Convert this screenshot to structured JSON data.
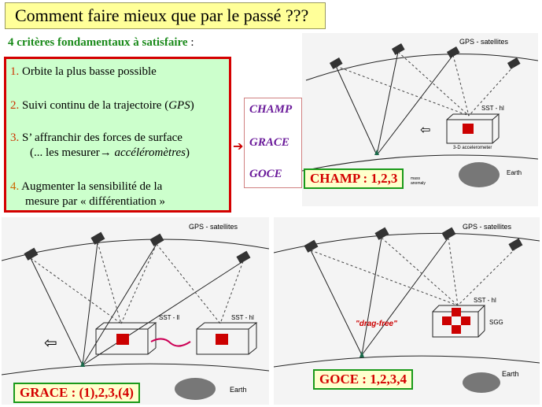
{
  "title": "Comment  faire mieux  que par le passé  ???",
  "criteria_heading": "4   critères fondamentaux  à satisfaire",
  "criteria_colon": " :",
  "criteria": [
    {
      "num": "1.",
      "text": " Orbite la plus basse possible"
    },
    {
      "num": "2.",
      "text": " Suivi  continu de la trajectoire (",
      "italic": "GPS",
      "tail": ")"
    },
    {
      "num": "3.",
      "text": " S’ affranchir des forces de surface"
    },
    {
      "num": "",
      "text": "(... les mesurer→ ",
      "italic": "accéléromètres",
      "tail": ")"
    },
    {
      "num": "4.",
      "text": " Augmenter la sensibilité de la"
    },
    {
      "num": "",
      "text": "mesure par « différentiation »"
    }
  ],
  "missions": [
    "CHAMP",
    "GRACE",
    "GOCE"
  ],
  "labels": {
    "champ": "CHAMP : 1,2,3",
    "grace": "GRACE : (1),2,3,(4)",
    "goce": "GOCE : 1,2,3,4"
  },
  "diagram_text": {
    "gps_satellites": "GPS - satellites",
    "sst_hl": "SST - hl",
    "sst_ll": "SST - ll",
    "accelerometer": "3-D accelerometer",
    "earth": "Earth",
    "mass_anomaly_1": "mass",
    "mass_anomaly_2": "anomaly",
    "sgg": "SGG",
    "drag_free": "\"drag-free\""
  },
  "colors": {
    "title_bg": "#ffff99",
    "criteria_bg": "#ccffcc",
    "border_red": "#d40000",
    "mission_purple": "#6a1a9a",
    "label_red": "#d40000",
    "label_border_green": "#1a9a1a",
    "panel_bg": "#f4f4f4"
  }
}
